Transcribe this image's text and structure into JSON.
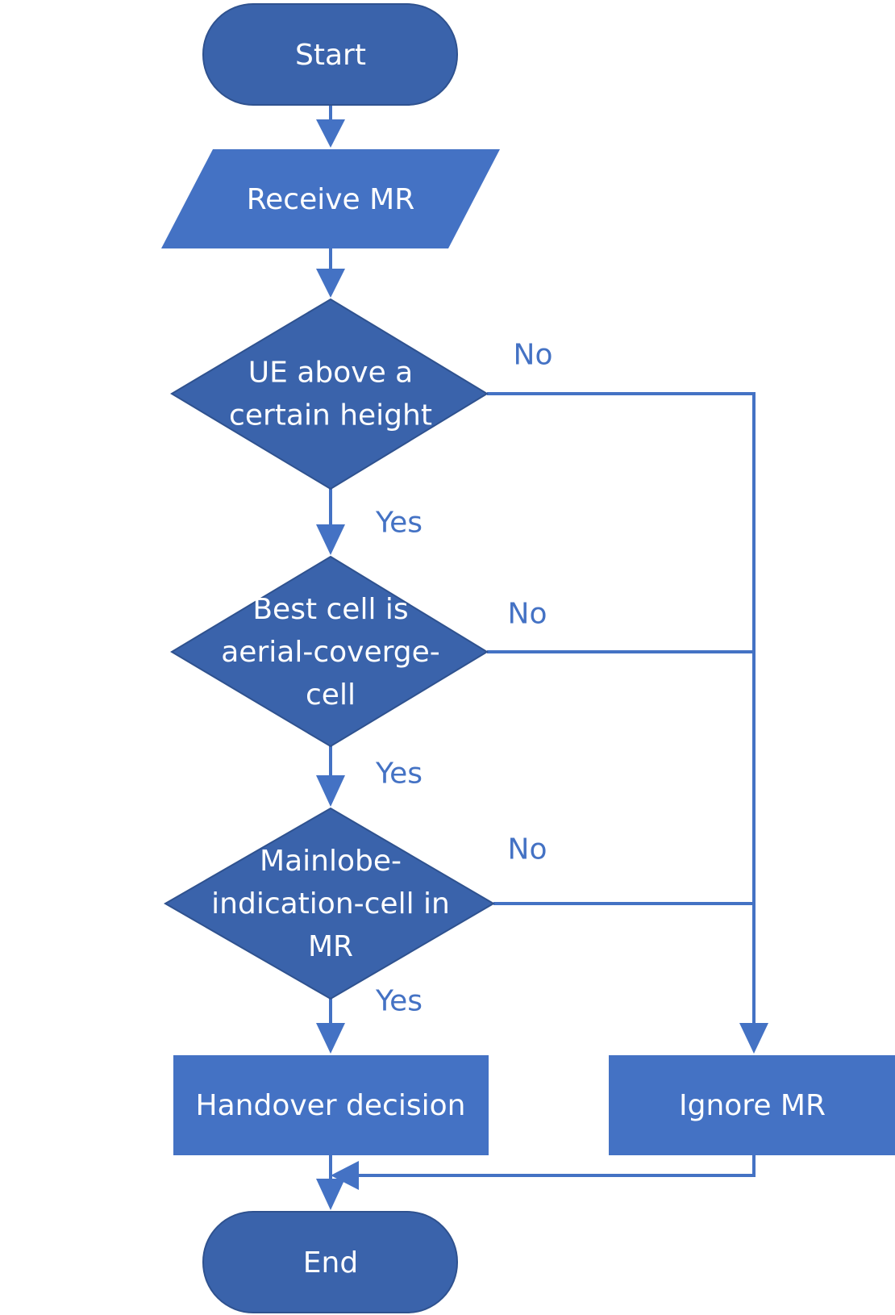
{
  "colors": {
    "terminator": "#3a63ab",
    "process": "#4472c4",
    "decision": "#3a63ab",
    "connector": "#4472c4",
    "label": "#4472c4",
    "node_text": "#ffffff",
    "background": "#ffffff"
  },
  "nodes": {
    "start": {
      "lines": [
        "Start"
      ]
    },
    "receive": {
      "lines": [
        "Receive MR"
      ]
    },
    "decision1": {
      "lines": [
        "UE above a",
        "certain height"
      ]
    },
    "decision2": {
      "lines": [
        "Best cell is",
        "aerial-coverge-",
        "cell"
      ]
    },
    "decision3": {
      "lines": [
        "Mainlobe-",
        "indication-cell in",
        "MR"
      ]
    },
    "handover": {
      "lines": [
        "Handover decision"
      ]
    },
    "ignore": {
      "lines": [
        "Ignore MR"
      ]
    },
    "end": {
      "lines": [
        "End"
      ]
    }
  },
  "edge_labels": {
    "d1_no": "No",
    "d1_yes": "Yes",
    "d2_no": "No",
    "d2_yes": "Yes",
    "d3_no": "No",
    "d3_yes": "Yes"
  }
}
